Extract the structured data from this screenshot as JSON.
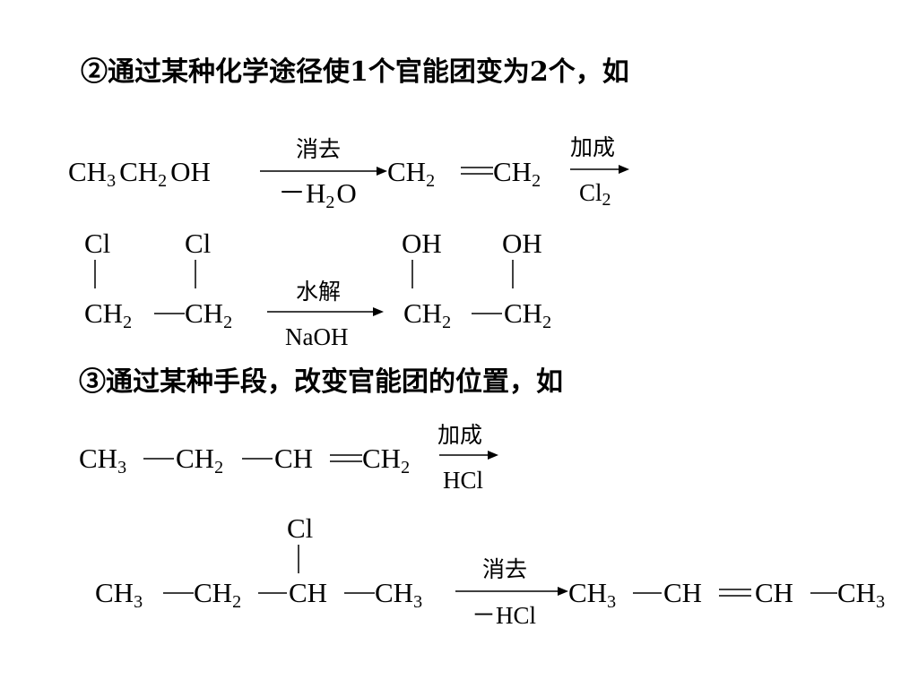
{
  "headings": {
    "h1": "②通过某种化学途径使1个官能团变为2个，如",
    "h2": "③通过某种手段，改变官能团的位置，如"
  },
  "reaction1": {
    "reactant": {
      "a": "CH",
      "a_sub": "3",
      "b": "CH",
      "b_sub": "2",
      "c": "OH"
    },
    "step1": {
      "above": "消去",
      "below_prefix": "－",
      "below_a": "H",
      "below_sub": "2",
      "below_b": "O"
    },
    "product1": {
      "a": "CH",
      "a_sub": "2",
      "bond": "══",
      "b": "CH",
      "b_sub": "2"
    },
    "step2": {
      "above": "加成",
      "below_a": "Cl",
      "below_sub": "2"
    },
    "dichloro": {
      "cl1": "Cl",
      "cl2": "Cl",
      "a": "CH",
      "a_sub": "2",
      "b": "CH",
      "b_sub": "2"
    },
    "step3": {
      "above": "水解",
      "below": "NaOH"
    },
    "diol": {
      "oh1": "OH",
      "oh2": "OH",
      "a": "CH",
      "a_sub": "2",
      "b": "CH",
      "b_sub": "2"
    }
  },
  "reaction2": {
    "butene": {
      "a": "CH",
      "a_sub": "3",
      "b": "CH",
      "b_sub": "2",
      "c": "CH",
      "bond": "══",
      "d": "CH",
      "d_sub": "2"
    },
    "step1": {
      "above": "加成",
      "below": "HCl"
    },
    "chlorobutane": {
      "cl": "Cl",
      "a": "CH",
      "a_sub": "3",
      "b": "CH",
      "b_sub": "2",
      "c": "CH",
      "d": "CH",
      "d_sub": "3"
    },
    "step2": {
      "above": "消去",
      "below_prefix": "－",
      "below": "HCl"
    },
    "butene2": {
      "a": "CH",
      "a_sub": "3",
      "b": "CH",
      "bond": "══",
      "c": "CH",
      "d": "CH",
      "d_sub": "3"
    }
  }
}
